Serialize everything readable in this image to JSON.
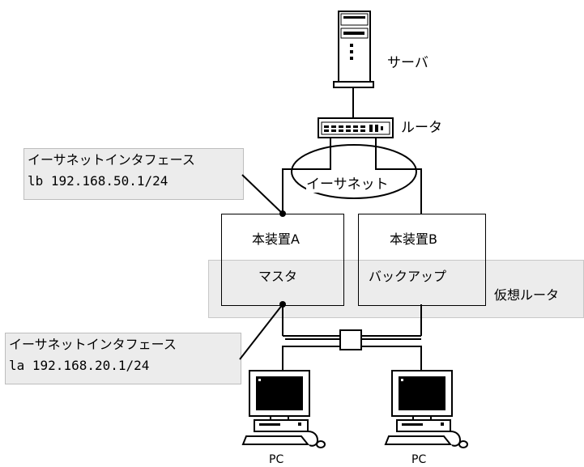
{
  "server": {
    "label": "サーバ",
    "icon": "server-tower-icon"
  },
  "router": {
    "label": "ルータ",
    "icon": "router-icon"
  },
  "ethernet_cloud": {
    "label": "イーサネット"
  },
  "interface_b": {
    "title": "イーサネットインタフェース",
    "address": "lb 192.168.50.1/24"
  },
  "interface_a": {
    "title": "イーサネットインタフェース",
    "address": "la 192.168.20.1/24"
  },
  "device_a": {
    "name": "本装置A",
    "role": "マスタ"
  },
  "device_b": {
    "name": "本装置B",
    "role": "バックアップ"
  },
  "virtual_router": {
    "label": "仮想ルータ"
  },
  "pcs": [
    {
      "label": "PC"
    },
    {
      "label": "PC"
    }
  ],
  "colors": {
    "note_bg": "#ececec",
    "vr_bg": "#ececec",
    "line": "#000000"
  }
}
